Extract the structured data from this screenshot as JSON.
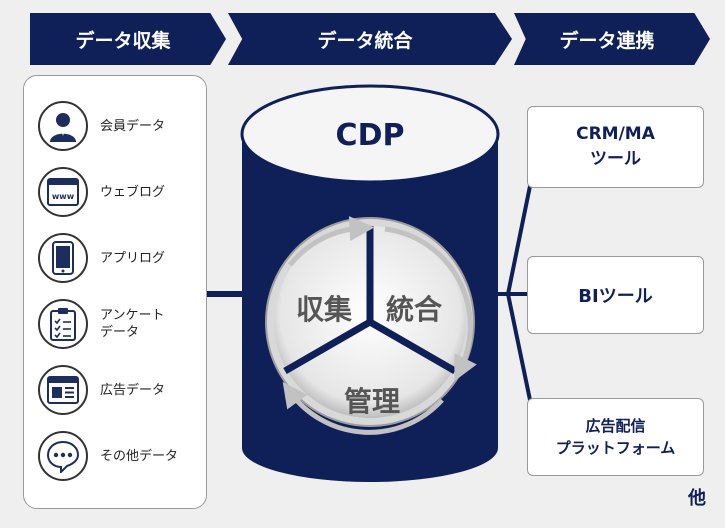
{
  "headers": {
    "collect": "データ収集",
    "integrate": "データ統合",
    "link": "データ連携"
  },
  "sources": [
    {
      "label": "会員データ",
      "icon": "person-icon"
    },
    {
      "label": "ウェブログ",
      "icon": "browser-www-icon"
    },
    {
      "label": "アプリログ",
      "icon": "smartphone-icon"
    },
    {
      "label": "アンケート\nデータ",
      "icon": "clipboard-checklist-icon"
    },
    {
      "label": "広告データ",
      "icon": "ad-window-icon"
    },
    {
      "label": "その他データ",
      "icon": "speech-bubble-icon"
    }
  ],
  "cdp": {
    "title": "CDP",
    "cycle": [
      "収集",
      "統合",
      "管理"
    ]
  },
  "tools": [
    {
      "label": "CRM/MA\nツール"
    },
    {
      "label": "BIツール"
    },
    {
      "label": "広告配信\nプラットフォーム"
    }
  ],
  "other_label": "他",
  "colors": {
    "navy": "#0f1f58",
    "panel_border": "#9a9a9a",
    "background": "#efefef"
  }
}
